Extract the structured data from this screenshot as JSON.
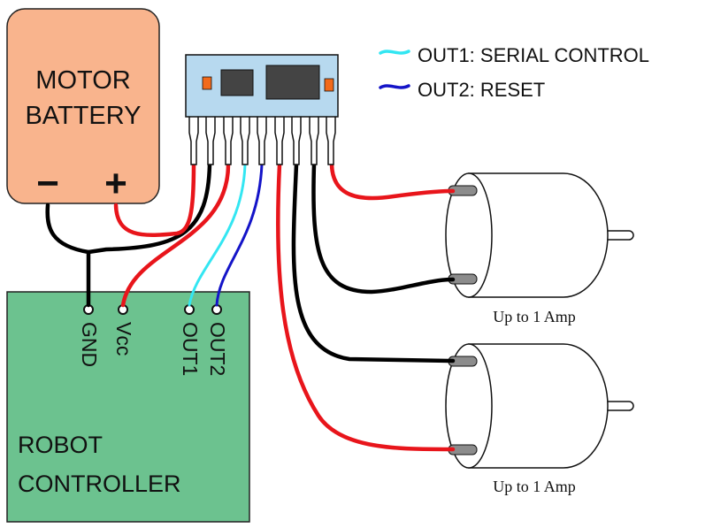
{
  "battery": {
    "label_line1": "MOTOR",
    "label_line2": "BATTERY",
    "minus_symbol": "−",
    "plus_symbol": "+"
  },
  "controller": {
    "label_line1": "ROBOT",
    "label_line2": "CONTROLLER",
    "pins": {
      "gnd": "GND",
      "vcc": "Vcc",
      "out1": "OUT1",
      "out2": "OUT2"
    }
  },
  "legend": {
    "out1": {
      "text": "OUT1: SERIAL CONTROL",
      "color": "#33e6f2"
    },
    "out2": {
      "text": "OUT2: RESET",
      "color": "#1414c8"
    }
  },
  "motors": [
    {
      "caption": "Up to 1 Amp"
    },
    {
      "caption": "Up to 1 Amp"
    }
  ],
  "colors": {
    "battery_fill": "#f9b48d",
    "controller_fill": "#6cc28f",
    "chip_fill": "#b7d9ef",
    "wire_red": "#e8151b",
    "wire_black": "#000000",
    "wire_cyan": "#33e6f2",
    "wire_blue": "#1414c8",
    "led_orange": "#f26a1b"
  }
}
